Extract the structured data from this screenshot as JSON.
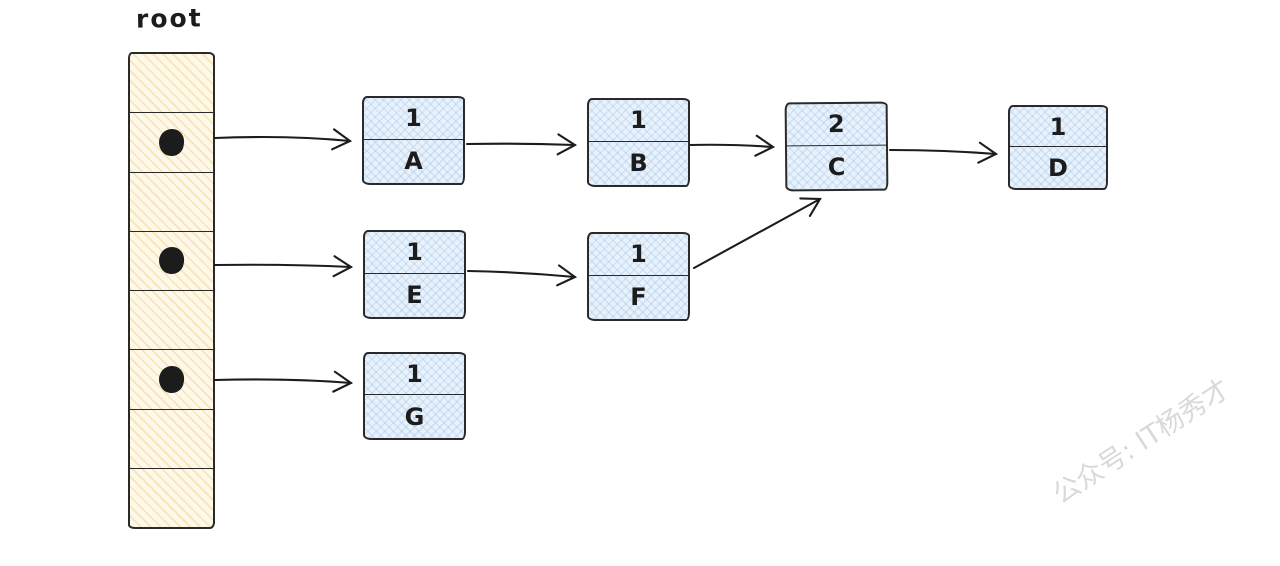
{
  "root_array": {
    "label": "root",
    "cell_count": 8,
    "cells": [
      {
        "pointer": false
      },
      {
        "pointer": true,
        "points_to": "A"
      },
      {
        "pointer": false
      },
      {
        "pointer": true,
        "points_to": "E"
      },
      {
        "pointer": false
      },
      {
        "pointer": true,
        "points_to": "G"
      },
      {
        "pointer": false
      },
      {
        "pointer": false
      }
    ]
  },
  "nodes": {
    "A": {
      "count": "1",
      "label": "A"
    },
    "B": {
      "count": "1",
      "label": "B"
    },
    "C": {
      "count": "2",
      "label": "C"
    },
    "D": {
      "count": "1",
      "label": "D"
    },
    "E": {
      "count": "1",
      "label": "E"
    },
    "F": {
      "count": "1",
      "label": "F"
    },
    "G": {
      "count": "1",
      "label": "G"
    }
  },
  "edges": [
    {
      "from": "root[1]",
      "to": "A"
    },
    {
      "from": "A",
      "to": "B"
    },
    {
      "from": "B",
      "to": "C"
    },
    {
      "from": "C",
      "to": "D"
    },
    {
      "from": "root[3]",
      "to": "E"
    },
    {
      "from": "E",
      "to": "F"
    },
    {
      "from": "F",
      "to": "C"
    },
    {
      "from": "root[5]",
      "to": "G"
    }
  ],
  "watermark": {
    "text": "公众号: IT杨秀才"
  },
  "colors": {
    "array_fill": "#fdf8e9",
    "array_hatch": "#ecc55e",
    "node_fill": "#e9f2fb",
    "node_hatch": "#96bee6",
    "stroke": "#1c1c1c",
    "watermark_text": "#d9d9d9"
  }
}
